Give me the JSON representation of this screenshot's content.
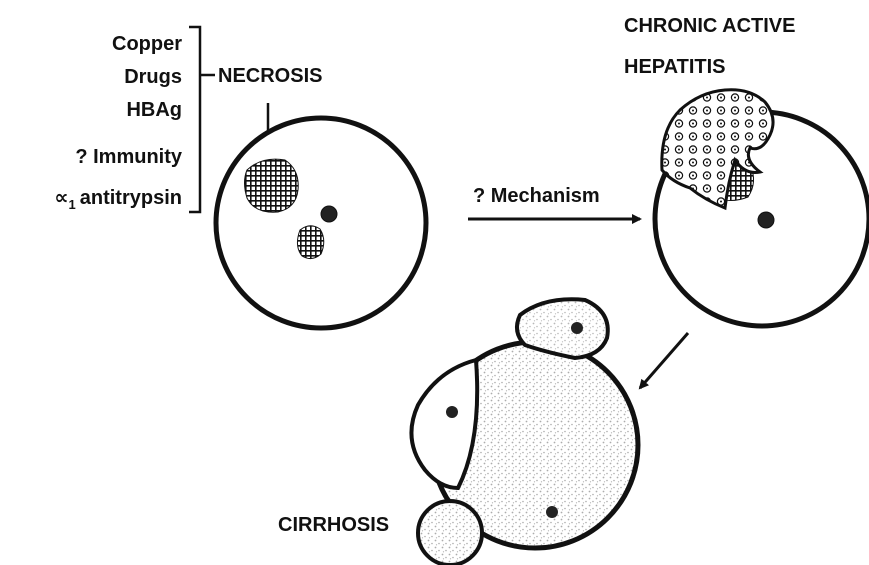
{
  "causes": [
    {
      "text": "Copper"
    },
    {
      "text": "Drugs"
    },
    {
      "text": "HBAg"
    },
    {
      "text": "? Immunity"
    },
    {
      "text": "antitrypsin",
      "prefix": "∝",
      "subscript": "1"
    }
  ],
  "necrosis_label": "NECROSIS",
  "mechanism_label": "? Mechanism",
  "cah_label": {
    "line1": "CHRONIC ACTIVE",
    "line2": "HEPATITIS"
  },
  "cirrhosis_label": "CIRRHOSIS",
  "colors": {
    "ink": "#111111",
    "background": "#ffffff"
  }
}
